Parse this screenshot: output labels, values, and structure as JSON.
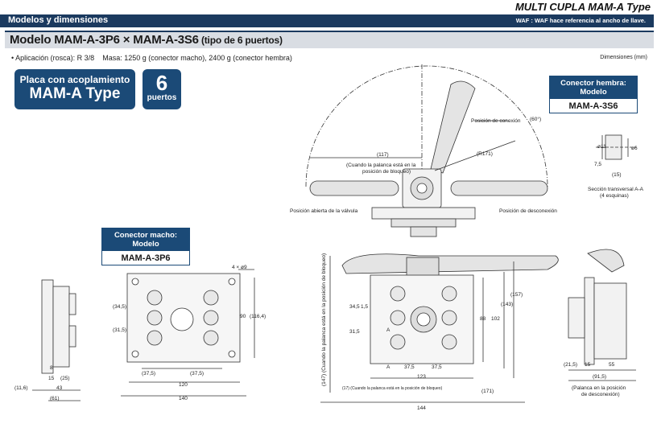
{
  "header": {
    "section_title": "Modelos y dimensiones",
    "brand": "MULTI CUPLA MAM-A Type",
    "waf_note": "WAF : WAF hace referencia al ancho de llave."
  },
  "model_line": {
    "title": "Modelo MAM-A-3P6 × MAM-A-3S6",
    "suffix": " (tipo de 6 puertos)"
  },
  "specs": {
    "application": "• Aplicación (rosca): R 3/8",
    "mass": "Masa: 1250 g (conector macho), 2400 g (conector hembra)"
  },
  "units": "Dimensiones (mm)",
  "badge": {
    "line1": "Placa con acoplamiento",
    "line2": "MAM-A Type",
    "ports_number": "6",
    "ports_label": "puertos"
  },
  "female_box": {
    "header": "Conector hembra: Modelo",
    "value": "MAM-A-3S6"
  },
  "male_box": {
    "header": "Conector macho: Modelo",
    "value": "MAM-A-3P6"
  },
  "drawing_labels": {
    "connect_pos": "Posición de conexión",
    "open_pos": "Posición abierta de la válvula",
    "disconnect_pos": "Posición de desconexión",
    "lock_note_1": "(Cuando la palanca está en la",
    "lock_note_2": "posición de bloqueo)",
    "section_1": "Sección transversal A-A",
    "section_2": "(4 esquinas)",
    "lever_note_1": "(Palanca en la posición",
    "lever_note_2": "de desconexión)",
    "vertical_note": "(147) (Cuando la palanca está en la posición de bloqueo)",
    "bottom_note": "(17) (Cuando la palanca está en la posición de bloqueo)",
    "hole_note": "4 × ø9"
  },
  "dimensions": {
    "top": [
      "(117)",
      "(R171)",
      "(60°)"
    ],
    "section": [
      "ø11",
      "7,5",
      "(15)",
      "ø6"
    ],
    "male_side": [
      "(11,6)",
      "8",
      "15",
      "(25)",
      "43",
      "(61)"
    ],
    "male_front": [
      "(34,5)",
      "(31,5)",
      "(37,5)",
      "(37,5)",
      "120",
      "140",
      "90",
      "(116,4)"
    ],
    "female_front": [
      "34,5",
      "1,5",
      "31,5",
      "A",
      "A",
      "37,5",
      "37,5",
      "123",
      "144",
      "88",
      "102",
      "(143)",
      "(157)",
      "(171)"
    ],
    "female_side": [
      "(21,5)",
      "15",
      "55",
      "(91,5)"
    ]
  }
}
